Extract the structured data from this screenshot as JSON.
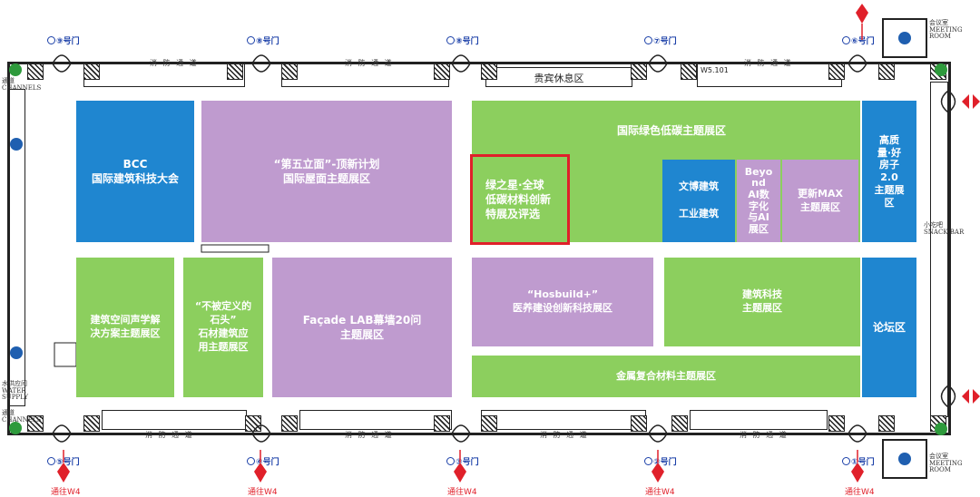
{
  "gates_top": [
    "⑨号门",
    "⑧号门",
    "⑧号门",
    "⑦号门",
    "⑥号门"
  ],
  "gates_bottom": [
    "⑤号门",
    "④号门",
    "③号门",
    "②号门",
    "①号门"
  ],
  "corridor_label": "消 防 通 道",
  "corridor_label_bottom": "消 防 通 道",
  "vip_lounge": "贵宾休息区",
  "room_code": "W5.101",
  "to_w4": "通往W4",
  "channels_top": "通道\nCHANNELS",
  "water_supply": "水供应间\nWATER\nSUPPLY",
  "channels_bottom": "通道\nCHANNELS",
  "meeting_room": "会议室\nMEETING ROOM",
  "snack_bar": "小吃吧\nSNACK BAR",
  "zones": {
    "bcc": "BCC\n国际建筑科技大会",
    "fifth_facade": "“第五立面”-顶新计划\n国际屋面主题展区",
    "intl_green": "国际绿色低碳主题展区",
    "green_star": "绿之星·全球\n低碳材料创新\n特展及评选",
    "culture": "文博建筑\n\n工业建筑",
    "beyond_ai": "Beyo\nnd\nAI数\n字化\n与AI\n展区",
    "renew_max": "更新MAX\n主题展区",
    "quality_home": "高质\n量·好\n房子\n2.0\n主题展\n区",
    "acoustic": "建筑空间声学解\n决方案主题展区",
    "stone": "“不被定义的\n石头”\n石材建筑应\n用主题展区",
    "facade_lab": "Façade LAB幕墙20问\n主题展区",
    "hosbuild": "“Hosbuild+”\n医养建设创新科技展区",
    "building_tech": "建筑科技\n主题展区",
    "forum": "论坛区",
    "metal": "金属复合材料主题展区"
  },
  "colors": {
    "blue": "#1f86d0",
    "purple": "#bf9bcf",
    "green": "#8ccf5e",
    "highlight": "#e0202a",
    "gate": "#1a3fa8"
  }
}
